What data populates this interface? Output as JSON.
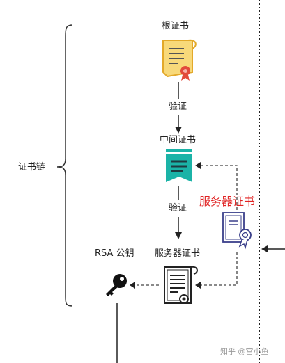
{
  "diagram": {
    "chain_label": "证书链",
    "root_cert_label": "根证书",
    "verify_label_1": "验证",
    "intermediate_cert_label": "中间证书",
    "verify_label_2": "验证",
    "server_cert_label_red": "服务器证书",
    "rsa_label": "RSA 公钥",
    "server_cert_label": "服务器证书"
  },
  "watermark": {
    "text": "知乎 @宫小鱼"
  },
  "colors": {
    "root_cert": "#f3c64c",
    "root_ribbon": "#e24a3b",
    "intermediate_cert": "#1bb3a7",
    "server_label": "#e02424",
    "line": "#222222",
    "dashed": "#444444"
  }
}
